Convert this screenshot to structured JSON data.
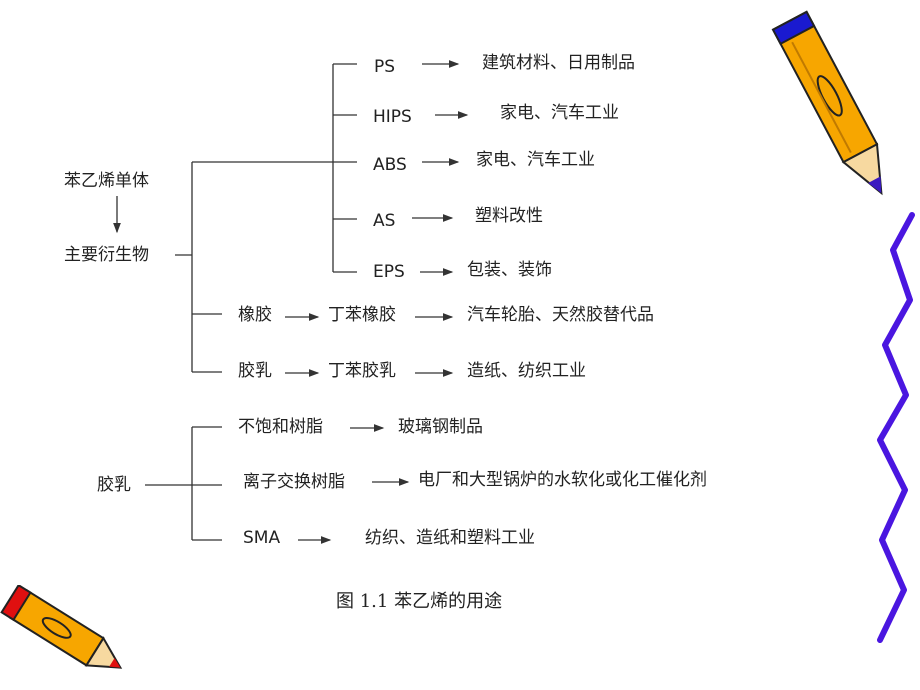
{
  "diagram": {
    "root": "苯乙烯单体",
    "main": "主要衍生物",
    "branch_a": [
      {
        "product": "PS",
        "use": "建筑材料、日用制品"
      },
      {
        "product": "HIPS",
        "use": "家电、汽车工业"
      },
      {
        "product": "ABS",
        "use": "家电、汽车工业"
      },
      {
        "product": "AS",
        "use": "塑料改性"
      },
      {
        "product": "EPS",
        "use": "包装、装饰"
      }
    ],
    "branch_b": [
      {
        "item": "橡胶",
        "product": "丁苯橡胶",
        "use": "汽车轮胎、天然胶替代品"
      },
      {
        "item": "胶乳",
        "product": "丁苯胶乳",
        "use": "造纸、纺织工业"
      }
    ],
    "latex": {
      "label": "胶乳",
      "items": [
        {
          "product": "不饱和树脂",
          "use": "玻璃钢制品"
        },
        {
          "product": "离子交换树脂",
          "use": "电厂和大型锅炉的水软化或化工催化剂"
        },
        {
          "product": "SMA",
          "use": "纺织、造纸和塑料工业"
        }
      ]
    },
    "caption": "图 1.1  苯乙烯的用途"
  },
  "decor": {
    "pencil_body": "#f7a600",
    "pencil_stripe": "#1a1ad0",
    "pencil_eraser": "#e01010",
    "squiggle": "#4a16e0"
  }
}
